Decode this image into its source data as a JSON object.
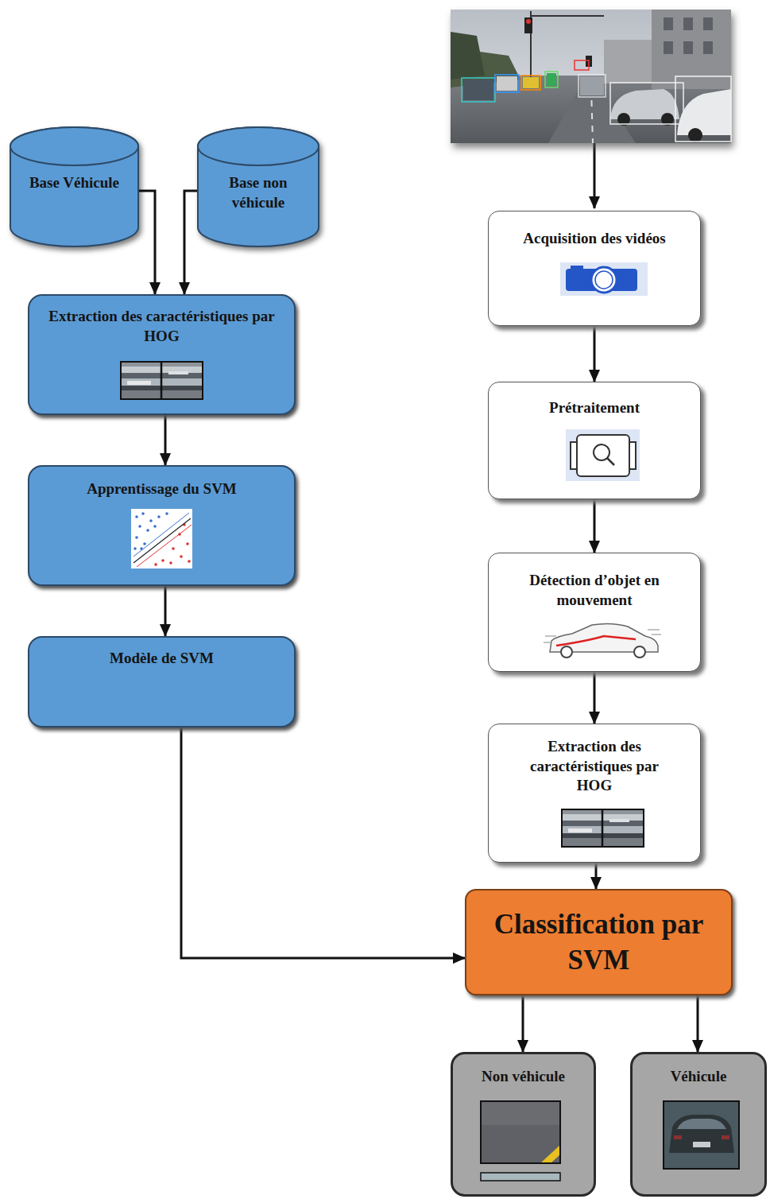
{
  "diagram": {
    "nodes": [
      {
        "text": [
          "Base Véhicule"
        ]
      },
      {
        "text": [
          "Base non véhicule"
        ]
      },
      {
        "text": [
          "Extraction des caractéristiques par HOG"
        ]
      },
      {
        "text": [
          "Apprentissage du SVM"
        ]
      },
      {
        "text": [
          "Modèle de SVM"
        ]
      },
      {
        "text": [
          "Acquisition des vidéos"
        ]
      },
      {
        "text": [
          "Prétraitement"
        ]
      },
      {
        "text": [
          "Détection d’objet en mouvement"
        ]
      },
      {
        "text": [
          "Extraction des caractéristiques par HOG"
        ]
      },
      {
        "text": [
          "Classification par SVM"
        ]
      },
      {
        "text": [
          "Non véhicule"
        ]
      },
      {
        "text": [
          "Véhicule"
        ]
      }
    ],
    "edges": [
      {
        "from": 0,
        "to": 2,
        "arrow": "to"
      },
      {
        "from": 1,
        "to": 2,
        "arrow": "to"
      },
      {
        "from": 2,
        "to": 3,
        "arrow": "to"
      },
      {
        "from": 3,
        "to": 4,
        "arrow": "to"
      },
      {
        "from": 4,
        "to": 9,
        "arrow": "to"
      },
      {
        "from": 5,
        "to": 6,
        "arrow": "to"
      },
      {
        "from": 6,
        "to": 7,
        "arrow": "to"
      },
      {
        "from": 7,
        "to": 8,
        "arrow": "to"
      },
      {
        "from": 8,
        "to": 9,
        "arrow": "to"
      },
      {
        "from": 9,
        "to": 10,
        "arrow": "to"
      },
      {
        "from": 9,
        "to": 11,
        "arrow": "to"
      }
    ]
  }
}
